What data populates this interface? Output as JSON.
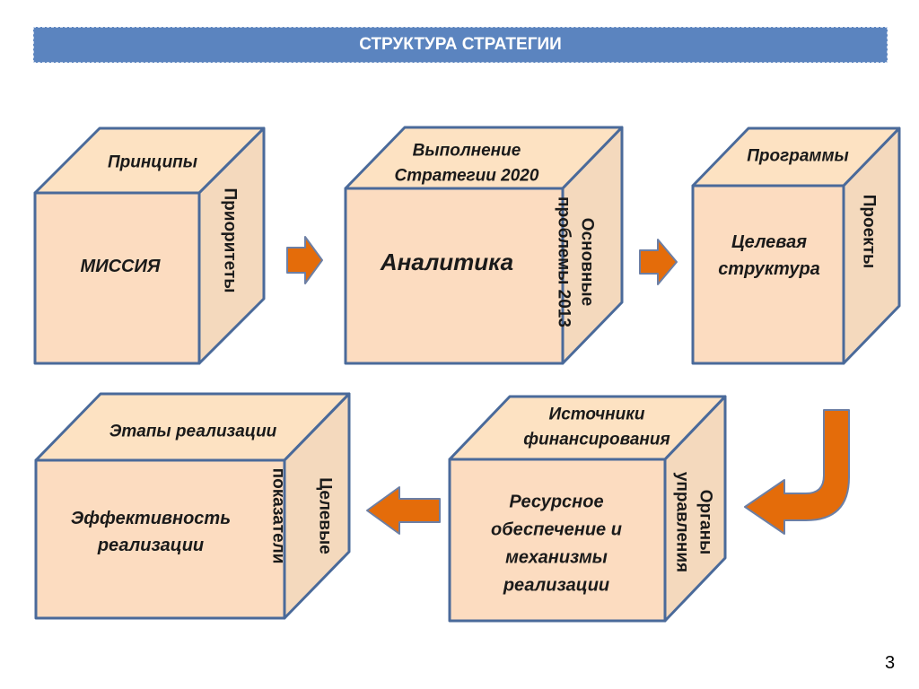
{
  "title": "СТРУКТУРА СТРАТЕГИИ",
  "page_number": "3",
  "colors": {
    "front": "#fcdcc0",
    "top": "#fde2c2",
    "side": "#f4d9bd",
    "edge": "#4a6a9a",
    "arrow": "#e46c0a",
    "arrow_edge": "#6c7fa5",
    "title_bar": "#5b84bf"
  },
  "cubes": [
    {
      "id": "mission",
      "front": [
        "МИССИЯ"
      ],
      "top": [
        "Принципы"
      ],
      "side": [
        "Приоритеты"
      ]
    },
    {
      "id": "analytics",
      "front": [
        "Аналитика"
      ],
      "top": [
        "Выполнение",
        "Стратегии 2020"
      ],
      "side": [
        "Основные",
        "проблемы 2013"
      ]
    },
    {
      "id": "programs",
      "front": [
        "Целевая",
        "структура"
      ],
      "top": [
        "Программы"
      ],
      "side": [
        "Проекты"
      ]
    },
    {
      "id": "resources",
      "front": [
        "Ресурсное",
        "обеспечение и",
        "механизмы",
        "реализации"
      ],
      "top": [
        "Источники",
        "финансирования"
      ],
      "side": [
        "Органы",
        "управления"
      ]
    },
    {
      "id": "efficiency",
      "front": [
        "Эффективность",
        "реализации"
      ],
      "top": [
        "Этапы реализации"
      ],
      "side": [
        "Целевые",
        "показатели"
      ]
    }
  ]
}
